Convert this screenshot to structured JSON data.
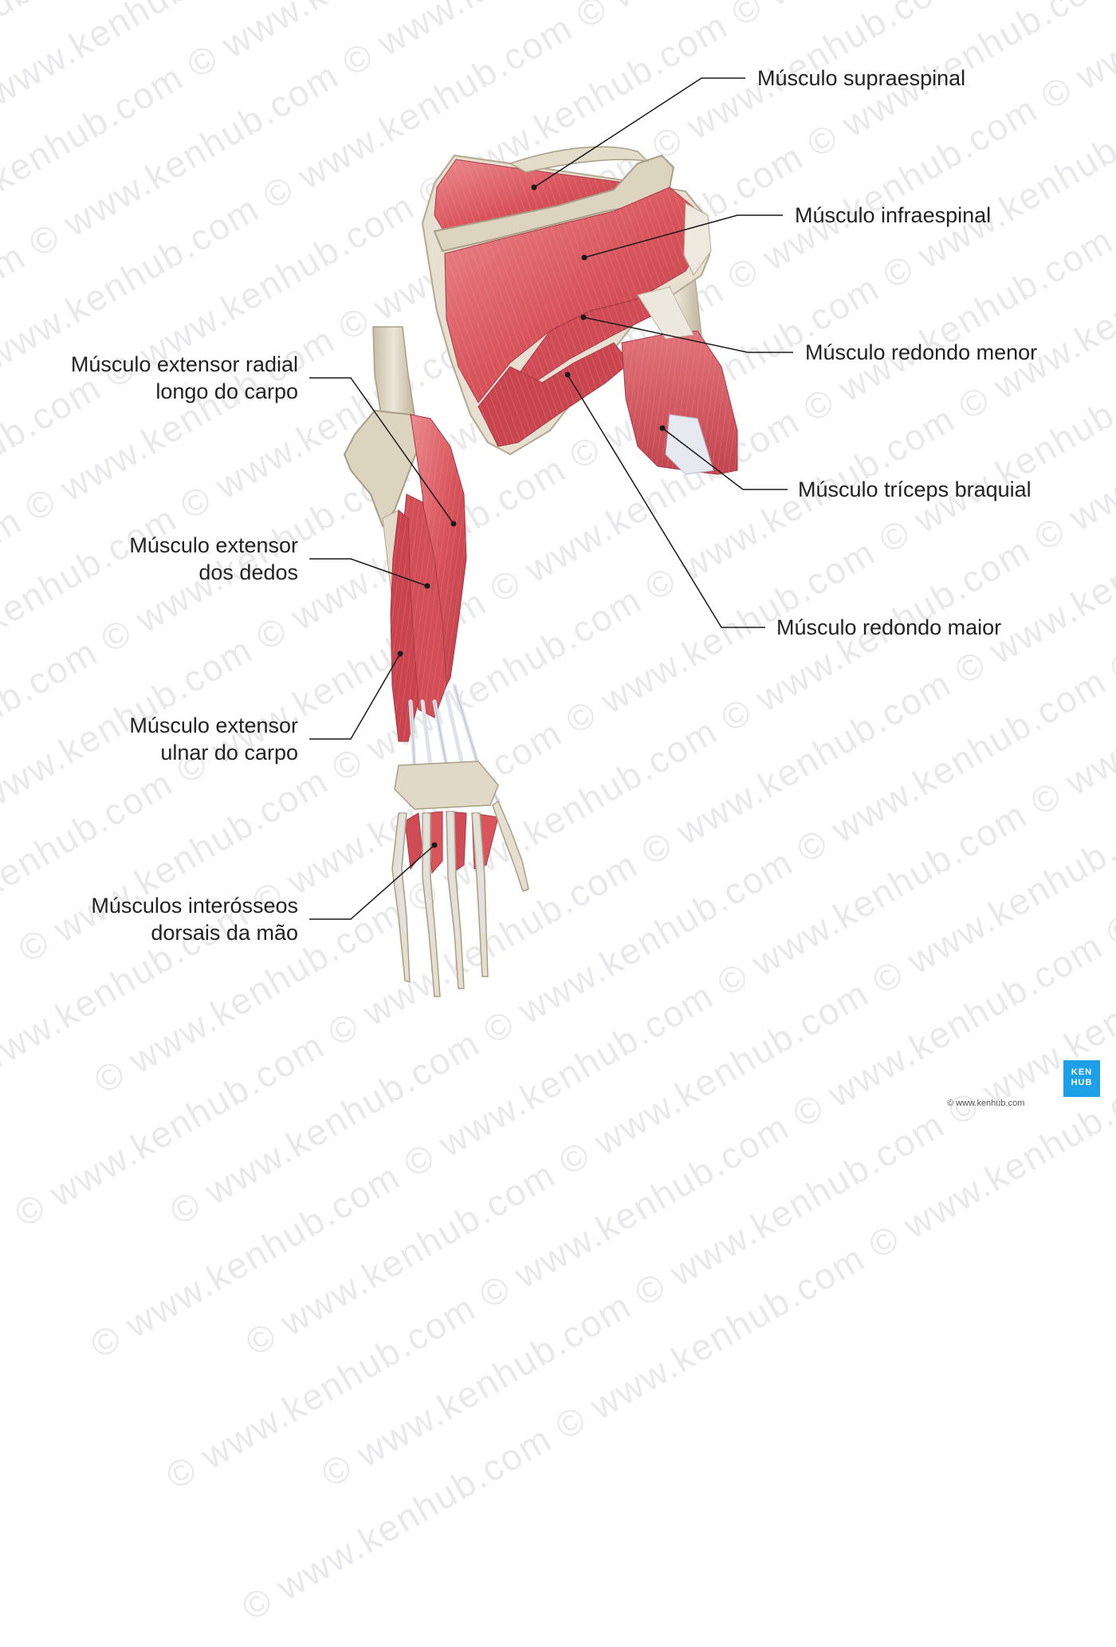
{
  "watermark": {
    "text": "© www.kenhub.com"
  },
  "labels": {
    "supraespinal": "Músculo supraespinal",
    "infraespinal": "Músculo infraespinal",
    "redondo_menor": "Músculo redondo menor",
    "triceps": "Músculo tríceps braquial",
    "redondo_maior": "Músculo redondo maior",
    "ext_radial_1": "Músculo extensor radial",
    "ext_radial_2": "longo do carpo",
    "ext_dedos_1": "Músculo extensor",
    "ext_dedos_2": "dos dedos",
    "ext_ulnar_1": "Músculo extensor",
    "ext_ulnar_2": "ulnar do carpo",
    "interosseos_1": "Músculos interósseos",
    "interosseos_2": "dorsais da mão"
  },
  "logo": {
    "line1": "KEN",
    "line2": "HUB"
  },
  "credit": "© www.kenhub.com",
  "colors": {
    "muscle": "#d9555c",
    "muscle_dark": "#b93a44",
    "muscle_light": "#ec8f93",
    "bone": "#e4dccb",
    "bone_shadow": "#b8ad96",
    "tendon": "#dfe2ea",
    "leader": "#1a1a1a",
    "logo": "#1ea0e8"
  }
}
